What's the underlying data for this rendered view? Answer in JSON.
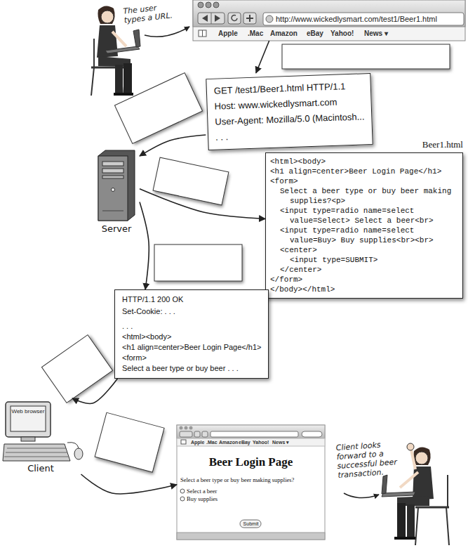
{
  "diagram": {
    "nodes": [
      {
        "text": [
          "http://www.wickedlysmart.com/test1/Beer1.html",
          "Apple",
          ".Mac",
          "Amazon",
          "eBay",
          "Yahoo!",
          "News ▾"
        ]
      },
      {
        "text": [
          "GET /test1/Beer1.html HTTP/1.1",
          "Host: www.wickedlysmart.com",
          "User-Agent: Mozilla/5.0 (Macintosh...",
          ". . ."
        ]
      },
      {
        "text": [
          "Server"
        ]
      },
      {
        "text": [
          "Beer1.html",
          "<html><body>",
          "<h1 align=center>Beer Login Page</h1>",
          "<form>",
          "Select a beer type or buy beer making supplies?<p>",
          "<input type=radio name=select value=Select> Select a beer<br>",
          "<input type=radio name=select value=Buy> Buy supplies<br><br>",
          "<center>",
          "<input type=SUBMIT>",
          "</center>",
          "</form>",
          "</body></html>"
        ]
      },
      {
        "text": [
          "HTTP/1.1 200 OK",
          "Set-Cookie: . . .",
          ". . .",
          "<html><body>",
          "<h1 align=center>Beer Login Page</h1>",
          "<form>",
          "Select a beer type or buy beer . . ."
        ]
      },
      {
        "text": [
          "Web browser",
          "Client"
        ]
      },
      {
        "text": [
          "Apple",
          ".Mac",
          "Amazon",
          "eBay",
          "Yahoo!",
          "News ▾",
          "Beer Login Page",
          "Select a beer type or buy beer making supplies?",
          "Select a beer",
          "Buy supplies",
          "Submit"
        ]
      }
    ],
    "edges": [
      {
        "from": 0,
        "to": 1,
        "arrow": "to"
      },
      {
        "from": 1,
        "to": 2,
        "arrow": "to"
      },
      {
        "from": 2,
        "to": 3,
        "arrow": "to"
      },
      {
        "from": 2,
        "to": 4,
        "arrow": "to"
      },
      {
        "from": 4,
        "to": 5,
        "arrow": "to"
      },
      {
        "from": 5,
        "to": 6,
        "arrow": "to"
      }
    ],
    "labels": [
      "The user types a URL.",
      "Client looks forward to a successful beer transaction."
    ]
  }
}
